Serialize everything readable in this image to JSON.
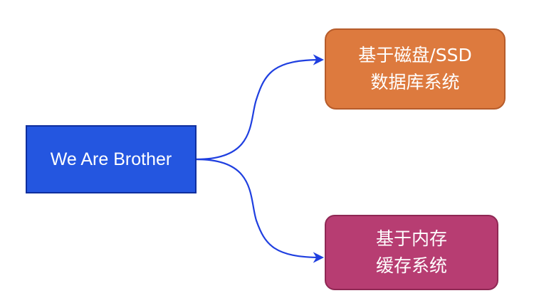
{
  "nodes": {
    "root": {
      "label": "We Are Brother"
    },
    "top": {
      "line1": "基于磁盘/SSD",
      "line2": "数据库系统"
    },
    "bottom": {
      "line1": "基于内存",
      "line2": "缓存系统"
    }
  },
  "colors": {
    "root_fill": "#2456e0",
    "top_fill": "#dd7a3e",
    "bottom_fill": "#b73d72",
    "edge": "#1f3fe0"
  }
}
